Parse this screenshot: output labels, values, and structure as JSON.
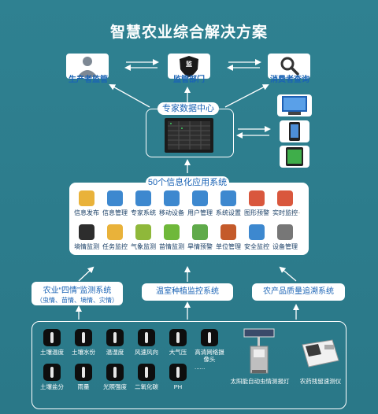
{
  "title": "智慧农业综合解决方案",
  "top_nodes": [
    {
      "label": "生产者监管",
      "icon": "producer-person-icon"
    },
    {
      "label": "监管部门",
      "icon": "regulator-shield-icon",
      "badge": "监"
    },
    {
      "label": "消费者查询",
      "icon": "consumer-search-icon"
    }
  ],
  "expert_center": {
    "label": "专家数据中心"
  },
  "app_system": {
    "label": "50个信息化应用系统",
    "row1": [
      "信息发布",
      "信息管理",
      "专家系统",
      "移动设备",
      "用户管理",
      "系统设置",
      "图形预警",
      "实时监控"
    ],
    "row2": [
      "墒情监测",
      "任务监控",
      "气象监测",
      "苗情监测",
      "旱情预警",
      "单位管理",
      "安全监控",
      "设备管理"
    ],
    "ellipsis": "....."
  },
  "monitor_system": {
    "line1": "农业“四情”监测系统",
    "line2": "（虫情、苗情、墒情、灾情）"
  },
  "greenhouse_system": {
    "label": "温室种植监控系统"
  },
  "traceability_system": {
    "label": "农产品质量追溯系统"
  },
  "sensors": {
    "row1": [
      "土壤温度",
      "土壤水份",
      "温湿度",
      "风速风向",
      "大气压",
      "高清网络摄像头"
    ],
    "row2": [
      "土壤盐分",
      "雨量",
      "光照强度",
      "二氧化碳",
      "PH"
    ],
    "ellipsis": "......",
    "devices": [
      "太阳能自动虫情测报灯",
      "农药残留速测仪"
    ]
  }
}
